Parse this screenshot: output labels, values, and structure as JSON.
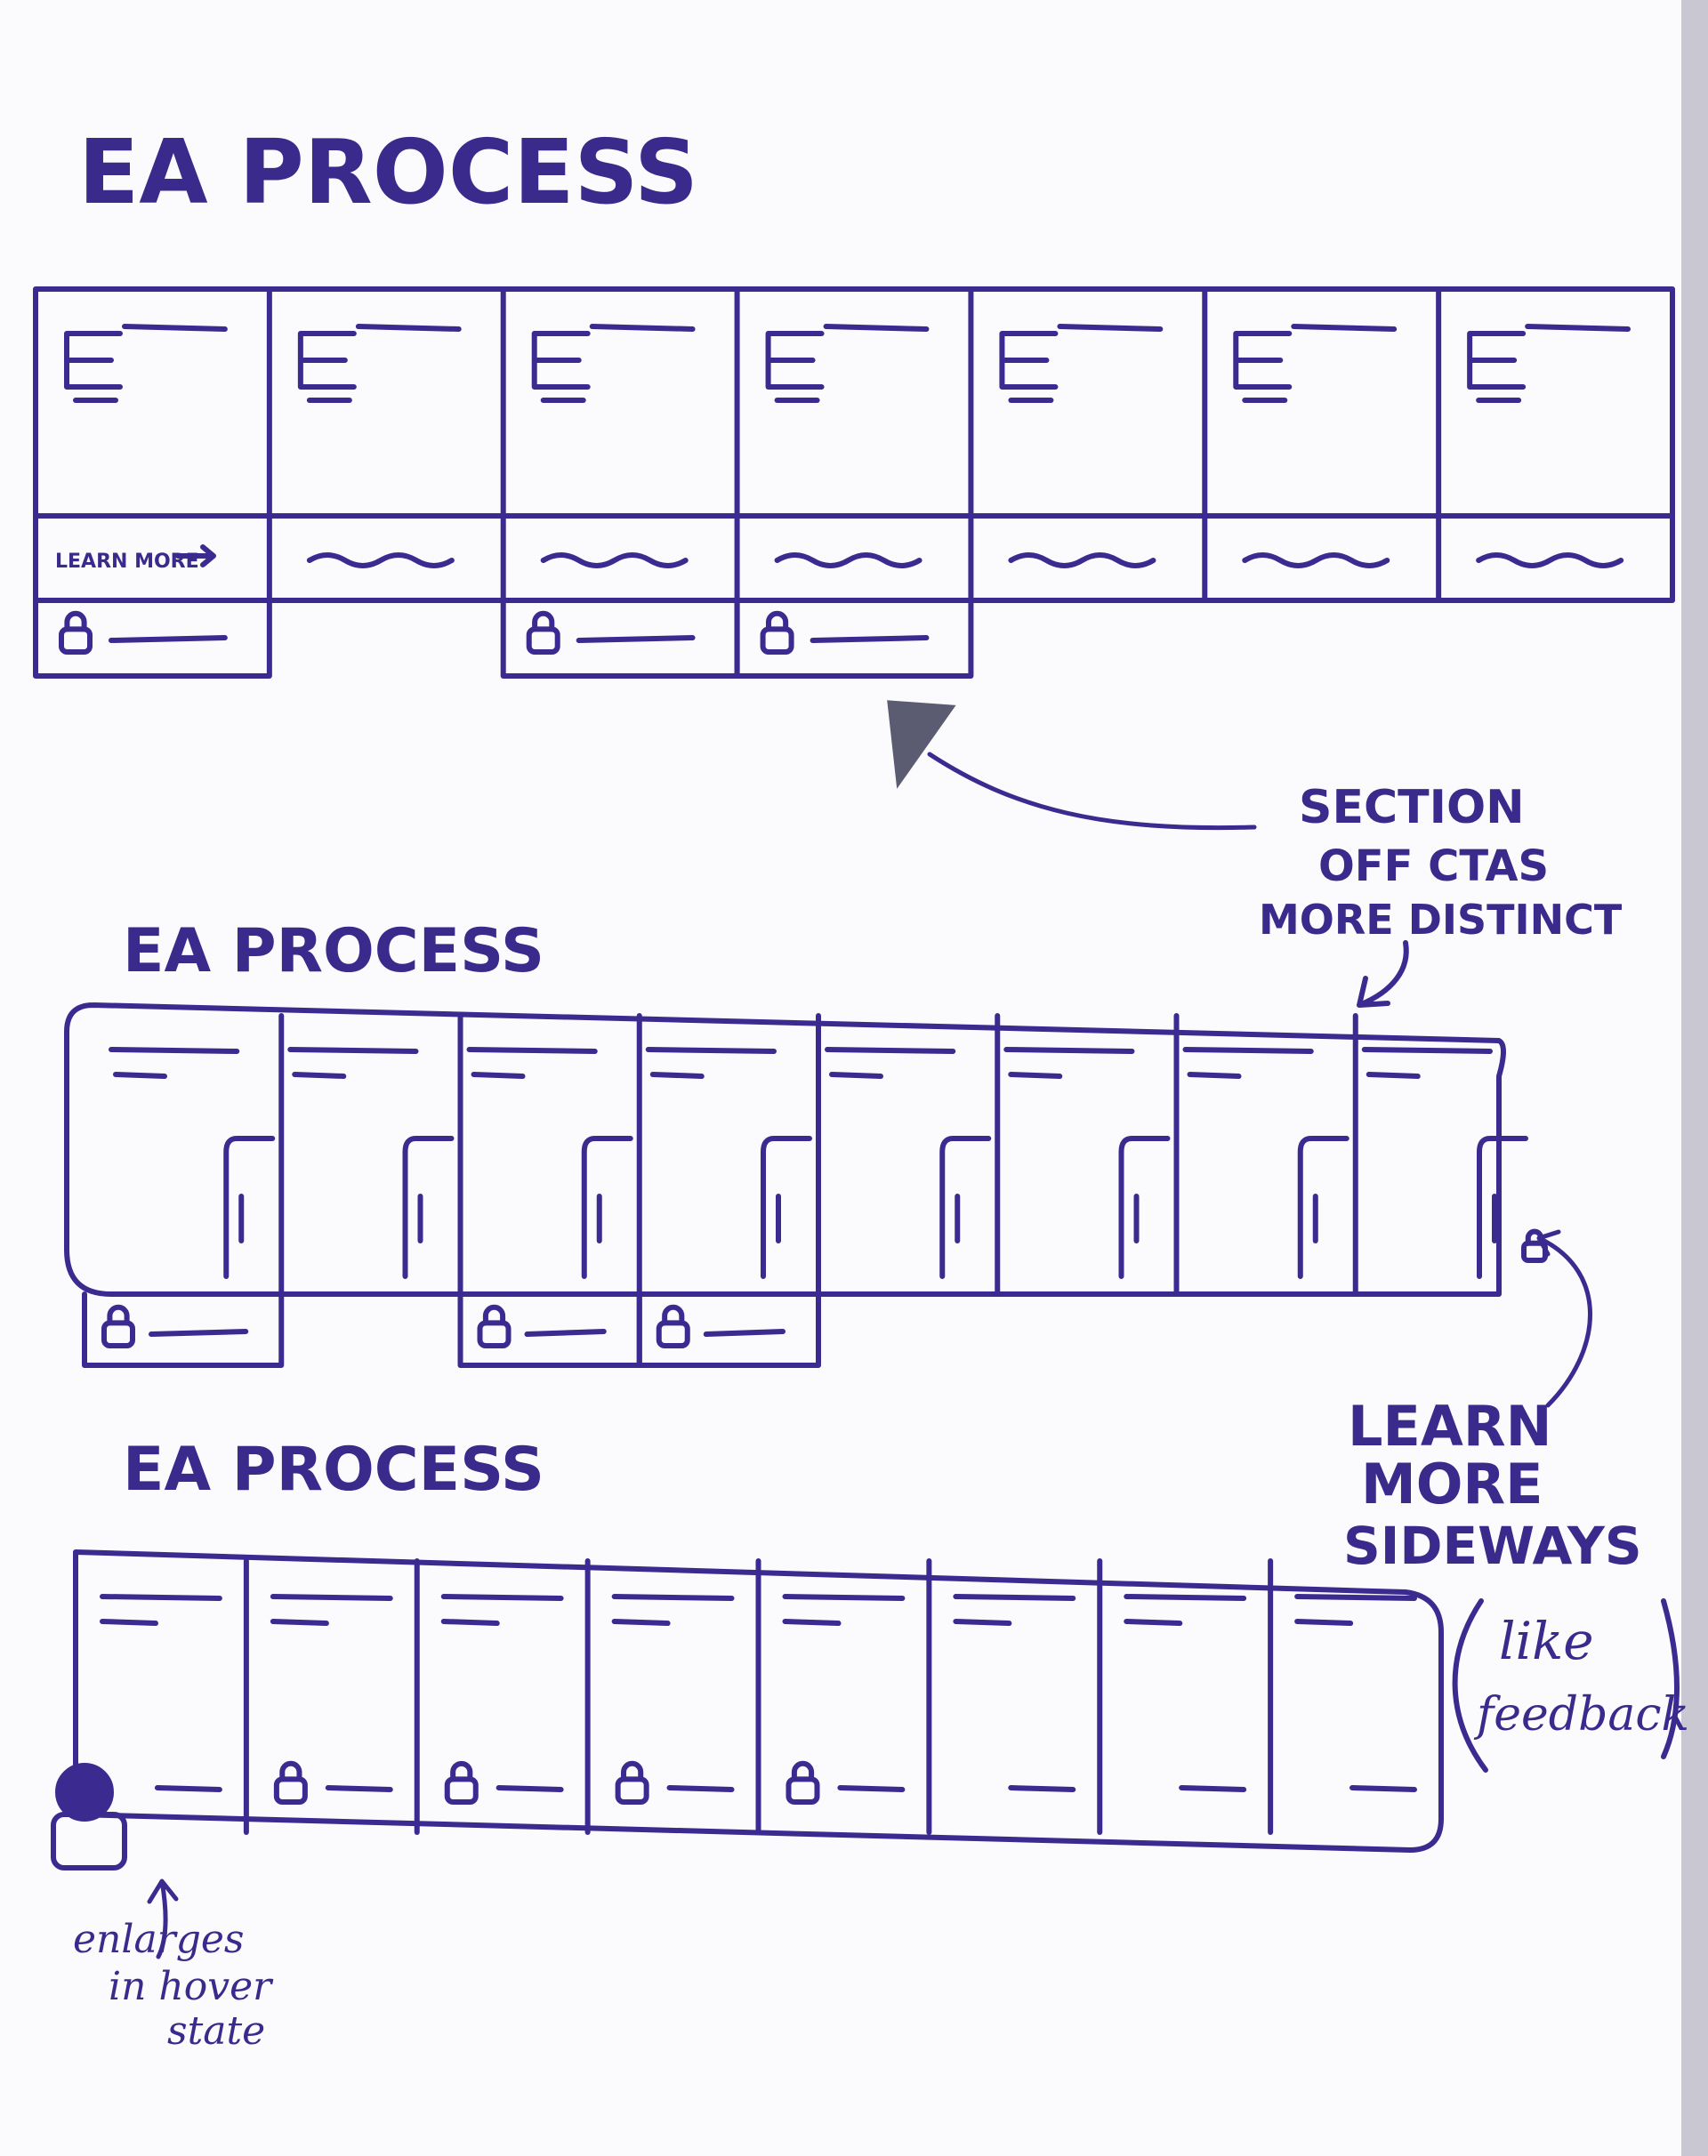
{
  "colors": {
    "marker": "#3b2a8f",
    "marker_light": "#6a5cb6",
    "board": "#fbfbfd",
    "board_edge": "#d8d7df"
  },
  "sketch1": {
    "title": "EA PROCESS",
    "learn_more": "LEARN MORE",
    "card_count": 7,
    "cta_columns": [
      0,
      2,
      3
    ]
  },
  "sketch2": {
    "title": "EA PROCESS",
    "card_count": 8,
    "cta_columns": [
      0,
      2,
      3
    ]
  },
  "sketch3": {
    "title": "EA PROCESS",
    "card_count": 8,
    "icon_columns": [
      0,
      1,
      2,
      3,
      4
    ]
  },
  "annotations": {
    "section_off": [
      "SECTION",
      "OFF CTAS",
      "MORE DISTINCT"
    ],
    "learn_more_sideways": [
      "LEARN",
      "MORE",
      "SIDEWAYS"
    ],
    "like_feedback": [
      "like",
      "feedback"
    ],
    "enlarges": [
      "enlarges",
      "in hover",
      "state"
    ]
  },
  "icons": {
    "cta_icon": "lock-icon",
    "arrow": "arrow-icon"
  }
}
